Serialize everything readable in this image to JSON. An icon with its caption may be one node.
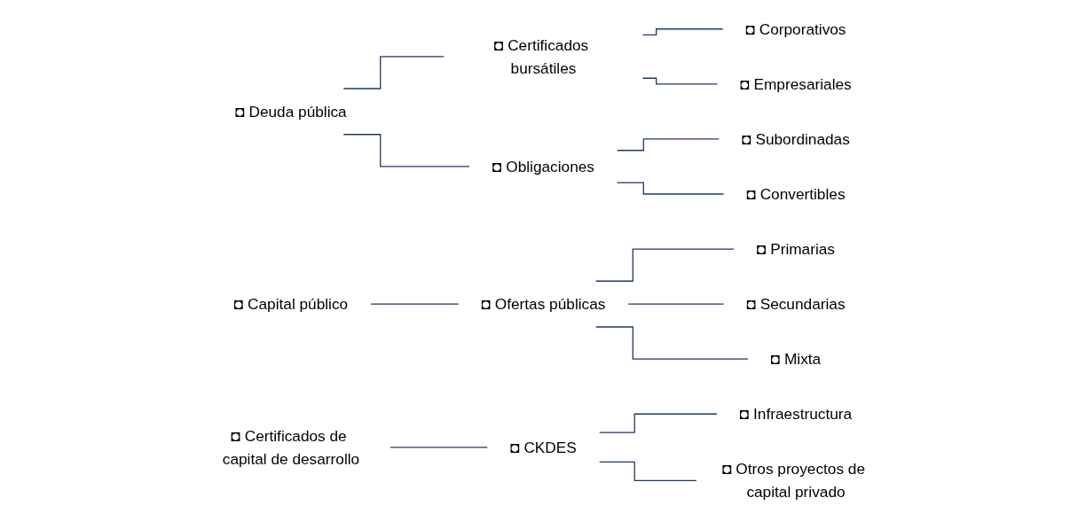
{
  "diagram": {
    "nodes": [
      {
        "text": [
          "◘ Deuda pública"
        ]
      },
      {
        "text": [
          "◘ Certificados bursátiles"
        ]
      },
      {
        "text": [
          "◘ Corporativos"
        ]
      },
      {
        "text": [
          "◘ Empresariales"
        ]
      },
      {
        "text": [
          "◘ Obligaciones"
        ]
      },
      {
        "text": [
          "◘ Subordinadas"
        ]
      },
      {
        "text": [
          "◘ Convertibles"
        ]
      },
      {
        "text": [
          "◘ Capital público"
        ]
      },
      {
        "text": [
          "◘ Ofertas públicas"
        ]
      },
      {
        "text": [
          "◘ Primarias"
        ]
      },
      {
        "text": [
          "◘ Secundarias"
        ]
      },
      {
        "text": [
          "◘ Mixta"
        ]
      },
      {
        "text": [
          "◘ Certificados de capital de desarrollo"
        ]
      },
      {
        "text": [
          "◘ CKDES"
        ]
      },
      {
        "text": [
          "◘ Infraestructura"
        ]
      },
      {
        "text": [
          "◘ Otros proyectos de capital privado"
        ]
      }
    ],
    "edges": [
      {
        "from": 0,
        "to": 1,
        "arrow": "none"
      },
      {
        "from": 0,
        "to": 4,
        "arrow": "none"
      },
      {
        "from": 1,
        "to": 2,
        "arrow": "none"
      },
      {
        "from": 1,
        "to": 3,
        "arrow": "none"
      },
      {
        "from": 4,
        "to": 5,
        "arrow": "none"
      },
      {
        "from": 4,
        "to": 6,
        "arrow": "none"
      },
      {
        "from": 7,
        "to": 8,
        "arrow": "none"
      },
      {
        "from": 8,
        "to": 9,
        "arrow": "none"
      },
      {
        "from": 8,
        "to": 10,
        "arrow": "none"
      },
      {
        "from": 8,
        "to": 11,
        "arrow": "none"
      },
      {
        "from": 12,
        "to": 13,
        "arrow": "none"
      },
      {
        "from": 13,
        "to": 14,
        "arrow": "none"
      },
      {
        "from": 13,
        "to": 15,
        "arrow": "none"
      }
    ]
  }
}
